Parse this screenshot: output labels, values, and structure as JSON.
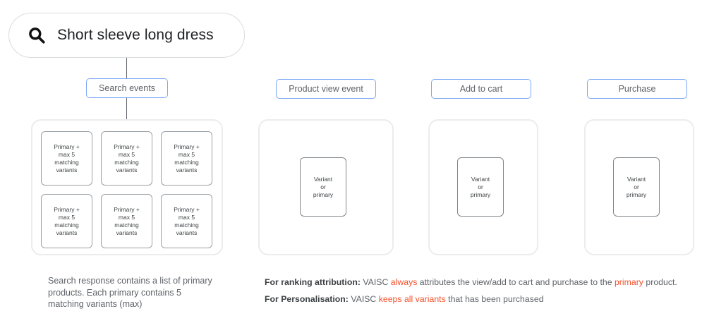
{
  "search": {
    "icon": "search-icon",
    "query": "Short sleeve long dress"
  },
  "colors": {
    "pill_border": "#7ba7f5",
    "card_border": "#ececec",
    "box_border": "#9aa0a6",
    "highlight": "#f4512c",
    "text": "#3c4043",
    "muted_text": "#5f6368",
    "connector": "#5f6368"
  },
  "columns": [
    {
      "id": "search-events",
      "label": "Search events",
      "type": "grid",
      "boxes": [
        "Primary + max 5 matching variants",
        "Primary + max 5 matching variants",
        "Primary + max 5 matching variants",
        "Primary + max 5 matching variants",
        "Primary + max 5 matching variants",
        "Primary + max 5 matching variants"
      ]
    },
    {
      "id": "product-view-event",
      "label": "Product view event",
      "type": "single",
      "box": "Variant or primary"
    },
    {
      "id": "add-to-cart",
      "label": "Add to cart",
      "type": "single",
      "box": "Variant or primary"
    },
    {
      "id": "purchase",
      "label": "Purchase",
      "type": "single",
      "box": "Variant or primary"
    }
  ],
  "box_lines": {
    "grid": [
      "Primary +",
      "max 5",
      "matching",
      "variants"
    ],
    "single": [
      "Variant",
      "or",
      "primary"
    ]
  },
  "caption_left": "Search response contains a list of primary products. Each primary contains 5 matching variants (max)",
  "notes": [
    {
      "id": "ranking-attribution",
      "bold": "For ranking attribution:",
      "part1": " VAISC ",
      "hl1": "always",
      "part2": " attributes the view/add to cart and purchase to the ",
      "hl2": "primary",
      "part3": " product."
    },
    {
      "id": "personalisation",
      "bold": "For Personalisation:",
      "part1": " VAISC ",
      "hl1": "keeps all variants",
      "part2": " that has been purchased",
      "hl2": "",
      "part3": ""
    }
  ]
}
